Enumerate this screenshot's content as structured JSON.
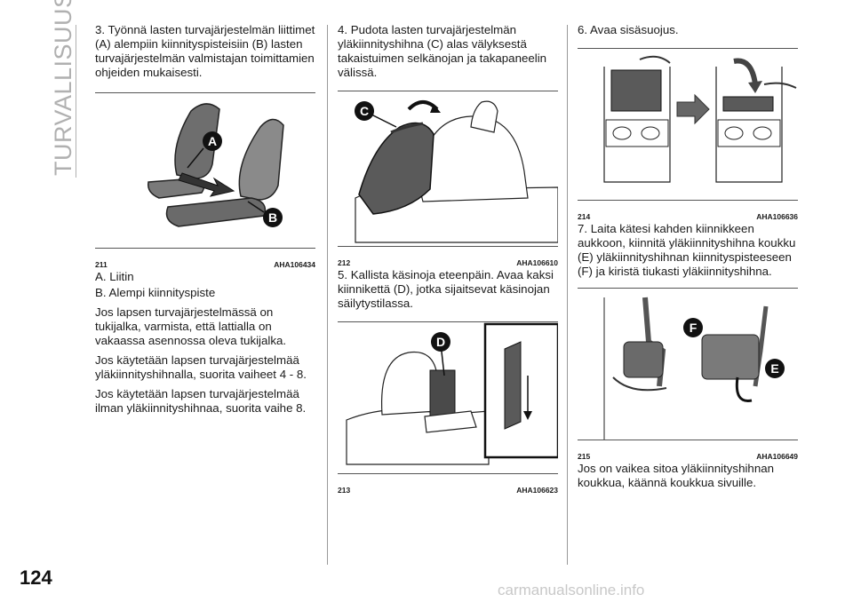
{
  "sidebar": {
    "section_title": "TURVALLISUUS"
  },
  "page": {
    "number": "124"
  },
  "watermark": "carmanualsonline.info",
  "col1": {
    "step3": "3. Työnnä lasten turvajärjestelmän liittimet (A) alempiin kiinnityspisteisiin (B) lasten turvajärjestelmän valmistajan toimittamien ohjeiden mukaisesti.",
    "fig": {
      "number": "211",
      "code": "AHA106434",
      "label_a": "A",
      "label_b": "B"
    },
    "legend_a": "A. Liitin",
    "legend_b": "B. Alempi kiinnityspiste",
    "p1": "Jos lapsen turvajärjestelmässä on tukijalka, varmista, että lattialla on vakaassa asennossa oleva tukijalka.",
    "p2": "Jos käytetään lapsen turvajärjestelmää yläkiinnityshihnalla, suorita vaiheet 4 - 8.",
    "p3": "Jos käytetään lapsen turvajärjestelmää ilman yläkiinnityshihnaa, suorita vaihe 8."
  },
  "col2": {
    "step4": "4. Pudota lasten turvajärjestelmän yläkiinnityshihna (C) alas välyksestä takaistuimen selkänojan ja takapaneelin välissä.",
    "fig1": {
      "number": "212",
      "code": "AHA106610",
      "label_c": "C"
    },
    "step5": "5. Kallista käsinoja eteenpäin. Avaa kaksi kiinnikettä (D), jotka sijaitsevat käsinojan säilytystilassa.",
    "fig2": {
      "number": "213",
      "code": "AHA106623",
      "label_d": "D"
    }
  },
  "col3": {
    "step6": "6. Avaa sisäsuojus.",
    "fig1": {
      "number": "214",
      "code": "AHA106636"
    },
    "step7": "7. Laita kätesi kahden kiinnikkeen aukkoon, kiinnitä yläkiinnityshihna koukku (E) yläkiinnityshihnan kiinnityspisteeseen (F) ja kiristä tiukasti yläkiinnityshihna.",
    "fig2": {
      "number": "215",
      "code": "AHA106649",
      "label_f": "F",
      "label_e": "E"
    },
    "p1": "Jos on vaikea sitoa yläkiinnityshihnan koukkua, käännä koukkua sivuille."
  }
}
